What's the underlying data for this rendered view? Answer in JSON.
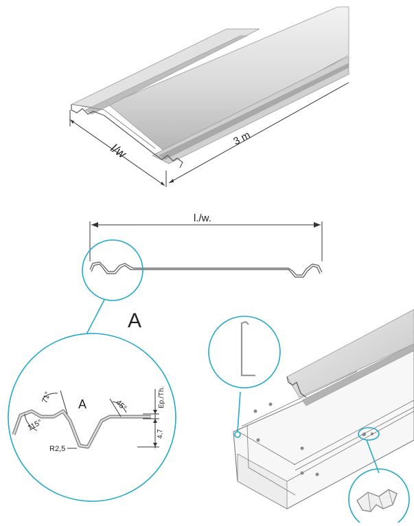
{
  "labels": {
    "iso_width": "l/w",
    "iso_length": "3 m",
    "section_width": "l./w.",
    "detail_ref": "A",
    "detail_title": "A",
    "angle_71": "71°",
    "angle_115": "115°",
    "angle_45": "45°",
    "radius": "R2,5",
    "height": "4,7",
    "thickness": "Ep./Th."
  },
  "colors": {
    "callout": "#21a9c9",
    "metal_light": "#e6e6e6",
    "metal_dark": "#a8a8a8"
  }
}
